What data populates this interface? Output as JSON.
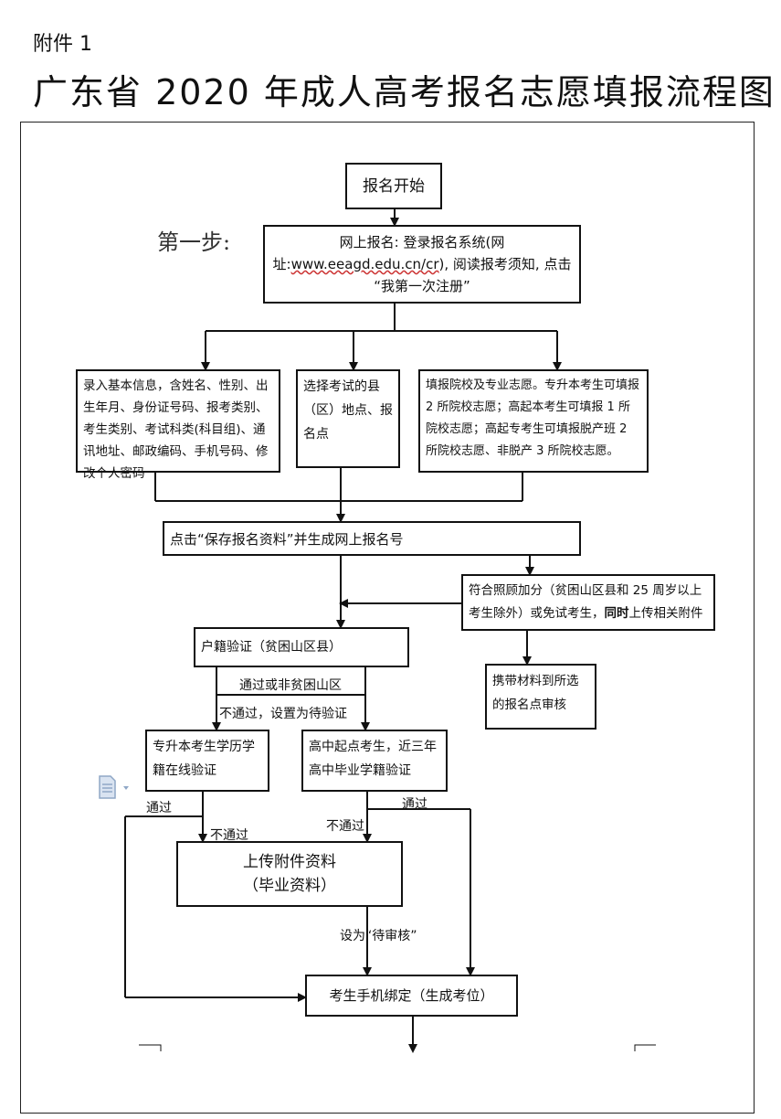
{
  "header": {
    "attachment": "附件 1",
    "title": "广东省 2020 年成人高考报名志愿填报流程图"
  },
  "step_label": "第一步:",
  "nodes": {
    "start": "报名开始",
    "online_line1": "网上报名: 登录报名系统(网",
    "online_line2_prefix": "址:",
    "online_url": "www.eeagd.edu.cn/cr",
    "online_line2_suffix": "), 阅读报考须知, 点击",
    "online_line3": "“我第一次注册”",
    "basic_info": "录入基本信息，含姓名、性别、出生年月、身份证号码、报考类别、考生类别、考试科类(科目组)、通讯地址、邮政编码、手机号码、修改个人密码",
    "exam_location": "选择考试的县（区）地点、报名点",
    "school_choice": "填报院校及专业志愿。专升本考生可填报 2 所院校志愿；高起本考生可填报 1 所院校志愿；高起专考生可填报脱产班 2 所院校志愿、非脱产 3 所院校志愿。",
    "save": "点击“保存报名资料”并生成网上报名号",
    "bonus_part1": "符合照顾加分（贫困山区县和 25 周岁以上考生除外）或免试考生，",
    "bonus_bold": "同时",
    "bonus_part2": "上传相关附件",
    "bring_materials": "携带材料到所选的报名点审核",
    "household": "户籍验证（贫困山区县）",
    "upgrade_verify": "专升本考生学历学籍在线验证",
    "highschool_verify": "高中起点考生，近三年高中毕业学籍验证",
    "upload_line1": "上传附件资料",
    "upload_line2": "（毕业资料）",
    "phone_bind": "考生手机绑定（生成考位）"
  },
  "edge_labels": {
    "pass_or_non_poor": "通过或非贫困山区",
    "fail_pending": "不通过，设置为待验证",
    "pass_left": "通过",
    "fail_left": "不通过",
    "fail_right": "不通过",
    "pass_right": "通过",
    "set_pending_review": "设为“待审核”"
  },
  "icons": [
    "document-icon",
    "dropdown-caret-icon"
  ],
  "colors": {
    "line": "#111111",
    "icon": "#8fa7c6"
  }
}
